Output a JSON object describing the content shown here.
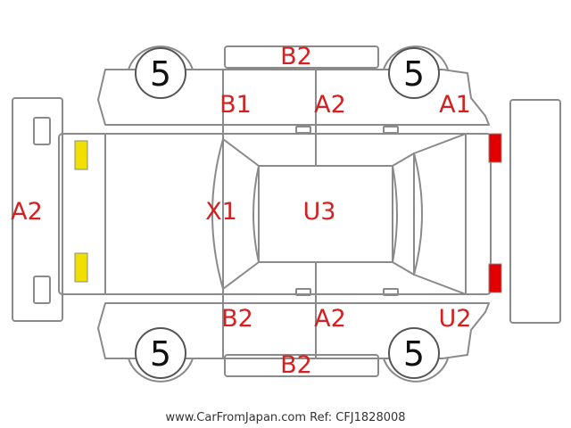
{
  "labels": {
    "top_panel": "B2",
    "rear_left_door": "B1",
    "front_left_door": "A2",
    "front_left_fender": "A1",
    "rear_bumper": "A2",
    "rear_hatch": "X1",
    "roof": "U3",
    "rear_right_door": "B2",
    "front_right_door": "A2",
    "front_right_fender": "U2",
    "bottom_panel": "B2"
  },
  "tires": {
    "rear_left": "5",
    "front_left": "5",
    "rear_right": "5",
    "front_right": "5"
  },
  "footer": "www.CarFromJapan.com Ref: CFJ1828008",
  "colors": {
    "outline": "#8a8a8a",
    "label": "#d42020",
    "tail_light": "#f0e000",
    "head_light": "#e00000"
  }
}
